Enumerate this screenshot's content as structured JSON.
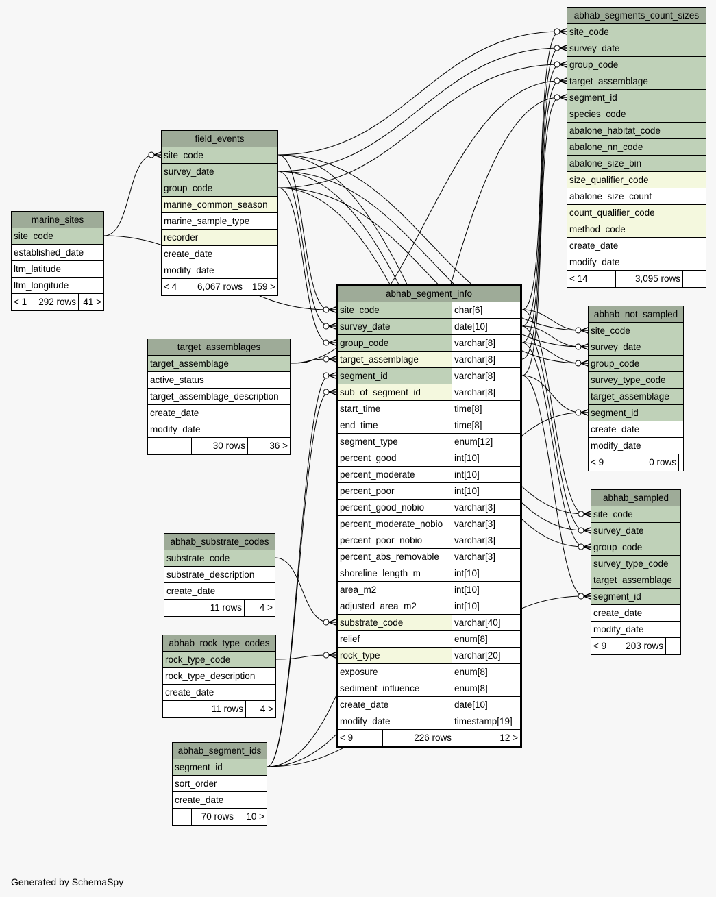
{
  "footer_text": "Generated by SchemaSpy",
  "colors": {
    "background": "#f7f7f7",
    "table_header": "#9eab98",
    "key_column": "#bfd1b8",
    "indexed_column": "#f4f8de",
    "plain_column": "#ffffff",
    "relationship_line": "#000000"
  },
  "tables": [
    {
      "id": "marine_sites",
      "name": "marine_sites",
      "columns": [
        {
          "name": "site_code",
          "kind": "key"
        },
        {
          "name": "established_date",
          "kind": "plain"
        },
        {
          "name": "ltm_latitude",
          "kind": "plain"
        },
        {
          "name": "ltm_longitude",
          "kind": "plain"
        }
      ],
      "footer": {
        "parents": "< 1",
        "rows": "292 rows",
        "children": "41 >"
      }
    },
    {
      "id": "field_events",
      "name": "field_events",
      "columns": [
        {
          "name": "site_code",
          "kind": "key"
        },
        {
          "name": "survey_date",
          "kind": "key"
        },
        {
          "name": "group_code",
          "kind": "key"
        },
        {
          "name": "marine_common_season",
          "kind": "idx"
        },
        {
          "name": "marine_sample_type",
          "kind": "plain"
        },
        {
          "name": "recorder",
          "kind": "idx"
        },
        {
          "name": "create_date",
          "kind": "plain"
        },
        {
          "name": "modify_date",
          "kind": "plain"
        }
      ],
      "footer": {
        "parents": "< 4",
        "rows": "6,067 rows",
        "children": "159 >"
      }
    },
    {
      "id": "target_assemblages",
      "name": "target_assemblages",
      "columns": [
        {
          "name": "target_assemblage",
          "kind": "key"
        },
        {
          "name": "active_status",
          "kind": "plain"
        },
        {
          "name": "target_assemblage_description",
          "kind": "plain"
        },
        {
          "name": "create_date",
          "kind": "plain"
        },
        {
          "name": "modify_date",
          "kind": "plain"
        }
      ],
      "footer": {
        "parents": "",
        "rows": "30 rows",
        "children": "36 >"
      }
    },
    {
      "id": "abhab_substrate_codes",
      "name": "abhab_substrate_codes",
      "columns": [
        {
          "name": "substrate_code",
          "kind": "key"
        },
        {
          "name": "substrate_description",
          "kind": "plain"
        },
        {
          "name": "create_date",
          "kind": "plain"
        }
      ],
      "footer": {
        "parents": "",
        "rows": "11 rows",
        "children": "4 >"
      }
    },
    {
      "id": "abhab_rock_type_codes",
      "name": "abhab_rock_type_codes",
      "columns": [
        {
          "name": "rock_type_code",
          "kind": "key"
        },
        {
          "name": "rock_type_description",
          "kind": "plain"
        },
        {
          "name": "create_date",
          "kind": "plain"
        }
      ],
      "footer": {
        "parents": "",
        "rows": "11 rows",
        "children": "4 >"
      }
    },
    {
      "id": "abhab_segment_ids",
      "name": "abhab_segment_ids",
      "columns": [
        {
          "name": "segment_id",
          "kind": "key"
        },
        {
          "name": "sort_order",
          "kind": "plain"
        },
        {
          "name": "create_date",
          "kind": "plain"
        }
      ],
      "footer": {
        "parents": "",
        "rows": "70 rows",
        "children": "10 >"
      }
    },
    {
      "id": "abhab_segment_info",
      "name": "abhab_segment_info",
      "main": true,
      "columns": [
        {
          "name": "site_code",
          "type": "char[6]",
          "kind": "key"
        },
        {
          "name": "survey_date",
          "type": "date[10]",
          "kind": "key"
        },
        {
          "name": "group_code",
          "type": "varchar[8]",
          "kind": "key"
        },
        {
          "name": "target_assemblage",
          "type": "varchar[8]",
          "kind": "idx"
        },
        {
          "name": "segment_id",
          "type": "varchar[8]",
          "kind": "key"
        },
        {
          "name": "sub_of_segment_id",
          "type": "varchar[8]",
          "kind": "idx"
        },
        {
          "name": "start_time",
          "type": "time[8]",
          "kind": "plain"
        },
        {
          "name": "end_time",
          "type": "time[8]",
          "kind": "plain"
        },
        {
          "name": "segment_type",
          "type": "enum[12]",
          "kind": "plain"
        },
        {
          "name": "percent_good",
          "type": "int[10]",
          "kind": "plain"
        },
        {
          "name": "percent_moderate",
          "type": "int[10]",
          "kind": "plain"
        },
        {
          "name": "percent_poor",
          "type": "int[10]",
          "kind": "plain"
        },
        {
          "name": "percent_good_nobio",
          "type": "varchar[3]",
          "kind": "plain"
        },
        {
          "name": "percent_moderate_nobio",
          "type": "varchar[3]",
          "kind": "plain"
        },
        {
          "name": "percent_poor_nobio",
          "type": "varchar[3]",
          "kind": "plain"
        },
        {
          "name": "percent_abs_removable",
          "type": "varchar[3]",
          "kind": "plain"
        },
        {
          "name": "shoreline_length_m",
          "type": "int[10]",
          "kind": "plain"
        },
        {
          "name": "area_m2",
          "type": "int[10]",
          "kind": "plain"
        },
        {
          "name": "adjusted_area_m2",
          "type": "int[10]",
          "kind": "plain"
        },
        {
          "name": "substrate_code",
          "type": "varchar[40]",
          "kind": "idx"
        },
        {
          "name": "relief",
          "type": "enum[8]",
          "kind": "plain"
        },
        {
          "name": "rock_type",
          "type": "varchar[20]",
          "kind": "idx"
        },
        {
          "name": "exposure",
          "type": "enum[8]",
          "kind": "plain"
        },
        {
          "name": "sediment_influence",
          "type": "enum[8]",
          "kind": "plain"
        },
        {
          "name": "create_date",
          "type": "date[10]",
          "kind": "plain"
        },
        {
          "name": "modify_date",
          "type": "timestamp[19]",
          "kind": "plain"
        }
      ],
      "footer": {
        "parents": "< 9",
        "rows": "226 rows",
        "children": "12 >"
      }
    },
    {
      "id": "abhab_segments_count_sizes",
      "name": "abhab_segments_count_sizes",
      "columns": [
        {
          "name": "site_code",
          "kind": "key"
        },
        {
          "name": "survey_date",
          "kind": "key"
        },
        {
          "name": "group_code",
          "kind": "key"
        },
        {
          "name": "target_assemblage",
          "kind": "key"
        },
        {
          "name": "segment_id",
          "kind": "key"
        },
        {
          "name": "species_code",
          "kind": "key"
        },
        {
          "name": "abalone_habitat_code",
          "kind": "key"
        },
        {
          "name": "abalone_nn_code",
          "kind": "key"
        },
        {
          "name": "abalone_size_bin",
          "kind": "key"
        },
        {
          "name": "size_qualifier_code",
          "kind": "idx"
        },
        {
          "name": "abalone_size_count",
          "kind": "plain"
        },
        {
          "name": "count_qualifier_code",
          "kind": "idx"
        },
        {
          "name": "method_code",
          "kind": "idx"
        },
        {
          "name": "create_date",
          "kind": "plain"
        },
        {
          "name": "modify_date",
          "kind": "plain"
        }
      ],
      "footer": {
        "parents": "< 14",
        "rows": "3,095 rows",
        "children": ""
      }
    },
    {
      "id": "abhab_not_sampled",
      "name": "abhab_not_sampled",
      "columns": [
        {
          "name": "site_code",
          "kind": "key"
        },
        {
          "name": "survey_date",
          "kind": "key"
        },
        {
          "name": "group_code",
          "kind": "key"
        },
        {
          "name": "survey_type_code",
          "kind": "key"
        },
        {
          "name": "target_assemblage",
          "kind": "key"
        },
        {
          "name": "segment_id",
          "kind": "key"
        },
        {
          "name": "create_date",
          "kind": "plain"
        },
        {
          "name": "modify_date",
          "kind": "plain"
        }
      ],
      "footer": {
        "parents": "< 9",
        "rows": "0 rows",
        "children": ""
      }
    },
    {
      "id": "abhab_sampled",
      "name": "abhab_sampled",
      "columns": [
        {
          "name": "site_code",
          "kind": "key"
        },
        {
          "name": "survey_date",
          "kind": "key"
        },
        {
          "name": "group_code",
          "kind": "key"
        },
        {
          "name": "survey_type_code",
          "kind": "key"
        },
        {
          "name": "target_assemblage",
          "kind": "key"
        },
        {
          "name": "segment_id",
          "kind": "key"
        },
        {
          "name": "create_date",
          "kind": "plain"
        },
        {
          "name": "modify_date",
          "kind": "plain"
        }
      ],
      "footer": {
        "parents": "< 9",
        "rows": "203 rows",
        "children": ""
      }
    }
  ],
  "relationships": [
    {
      "from": "marine_sites.site_code",
      "to": "field_events.site_code"
    },
    {
      "from": "marine_sites.site_code",
      "to": "abhab_segment_info.site_code"
    },
    {
      "from": "field_events.site_code",
      "to": "abhab_segment_info.site_code"
    },
    {
      "from": "field_events.survey_date",
      "to": "abhab_segment_info.survey_date"
    },
    {
      "from": "field_events.group_code",
      "to": "abhab_segment_info.group_code"
    },
    {
      "from": "field_events.site_code",
      "to": "abhab_segments_count_sizes.site_code"
    },
    {
      "from": "field_events.survey_date",
      "to": "abhab_segments_count_sizes.survey_date"
    },
    {
      "from": "field_events.group_code",
      "to": "abhab_segments_count_sizes.group_code"
    },
    {
      "from": "field_events.site_code",
      "to": "abhab_not_sampled.site_code"
    },
    {
      "from": "field_events.survey_date",
      "to": "abhab_not_sampled.survey_date"
    },
    {
      "from": "field_events.group_code",
      "to": "abhab_not_sampled.group_code"
    },
    {
      "from": "field_events.site_code",
      "to": "abhab_sampled.site_code"
    },
    {
      "from": "field_events.survey_date",
      "to": "abhab_sampled.survey_date"
    },
    {
      "from": "field_events.group_code",
      "to": "abhab_sampled.group_code"
    },
    {
      "from": "target_assemblages.target_assemblage",
      "to": "abhab_segment_info.target_assemblage"
    },
    {
      "from": "target_assemblages.target_assemblage",
      "to": "abhab_segments_count_sizes.target_assemblage"
    },
    {
      "from": "abhab_substrate_codes.substrate_code",
      "to": "abhab_segment_info.substrate_code"
    },
    {
      "from": "abhab_rock_type_codes.rock_type_code",
      "to": "abhab_segment_info.rock_type"
    },
    {
      "from": "abhab_segment_ids.segment_id",
      "to": "abhab_segment_info.segment_id"
    },
    {
      "from": "abhab_segment_ids.segment_id",
      "to": "abhab_segment_info.sub_of_segment_id"
    },
    {
      "from": "abhab_segment_ids.segment_id",
      "to": "abhab_segments_count_sizes.segment_id"
    },
    {
      "from": "abhab_segment_ids.segment_id",
      "to": "abhab_not_sampled.segment_id"
    },
    {
      "from": "abhab_segment_ids.segment_id",
      "to": "abhab_sampled.segment_id"
    },
    {
      "from": "abhab_segment_info.site_code",
      "to": "abhab_not_sampled.site_code"
    },
    {
      "from": "abhab_segment_info.survey_date",
      "to": "abhab_not_sampled.survey_date"
    },
    {
      "from": "abhab_segment_info.group_code",
      "to": "abhab_not_sampled.group_code"
    },
    {
      "from": "abhab_segment_info.segment_id",
      "to": "abhab_not_sampled.segment_id"
    },
    {
      "from": "abhab_segment_info.site_code",
      "to": "abhab_sampled.site_code"
    },
    {
      "from": "abhab_segment_info.survey_date",
      "to": "abhab_sampled.survey_date"
    },
    {
      "from": "abhab_segment_info.group_code",
      "to": "abhab_sampled.group_code"
    },
    {
      "from": "abhab_segment_info.segment_id",
      "to": "abhab_sampled.segment_id"
    },
    {
      "from": "abhab_segment_info.site_code",
      "to": "abhab_segments_count_sizes.site_code"
    },
    {
      "from": "abhab_segment_info.survey_date",
      "to": "abhab_segments_count_sizes.survey_date"
    },
    {
      "from": "abhab_segment_info.group_code",
      "to": "abhab_segments_count_sizes.group_code"
    },
    {
      "from": "abhab_segment_info.target_assemblage",
      "to": "abhab_segments_count_sizes.target_assemblage"
    },
    {
      "from": "abhab_segment_info.segment_id",
      "to": "abhab_segments_count_sizes.segment_id"
    }
  ]
}
